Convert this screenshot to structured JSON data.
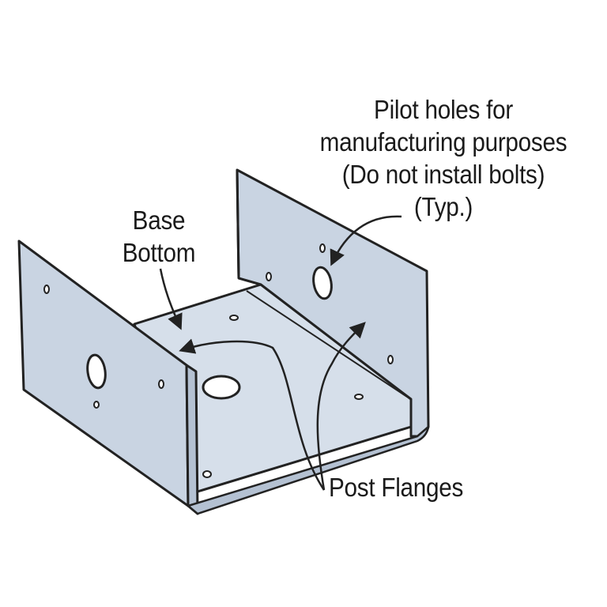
{
  "labels": {
    "pilot_holes": {
      "line1": "Pilot holes for",
      "line2": "manufacturing purposes",
      "line3": "(Do not install bolts)",
      "line4": "(Typ.)"
    },
    "base_bottom": {
      "line1": "Base",
      "line2": "Bottom"
    },
    "post_flanges": "Post Flanges"
  },
  "colors": {
    "metal": "#c9d4e2",
    "metal_light": "#d6dfea",
    "metal_dark": "#b4c1d2",
    "line": "#222222",
    "background": "#ffffff"
  }
}
